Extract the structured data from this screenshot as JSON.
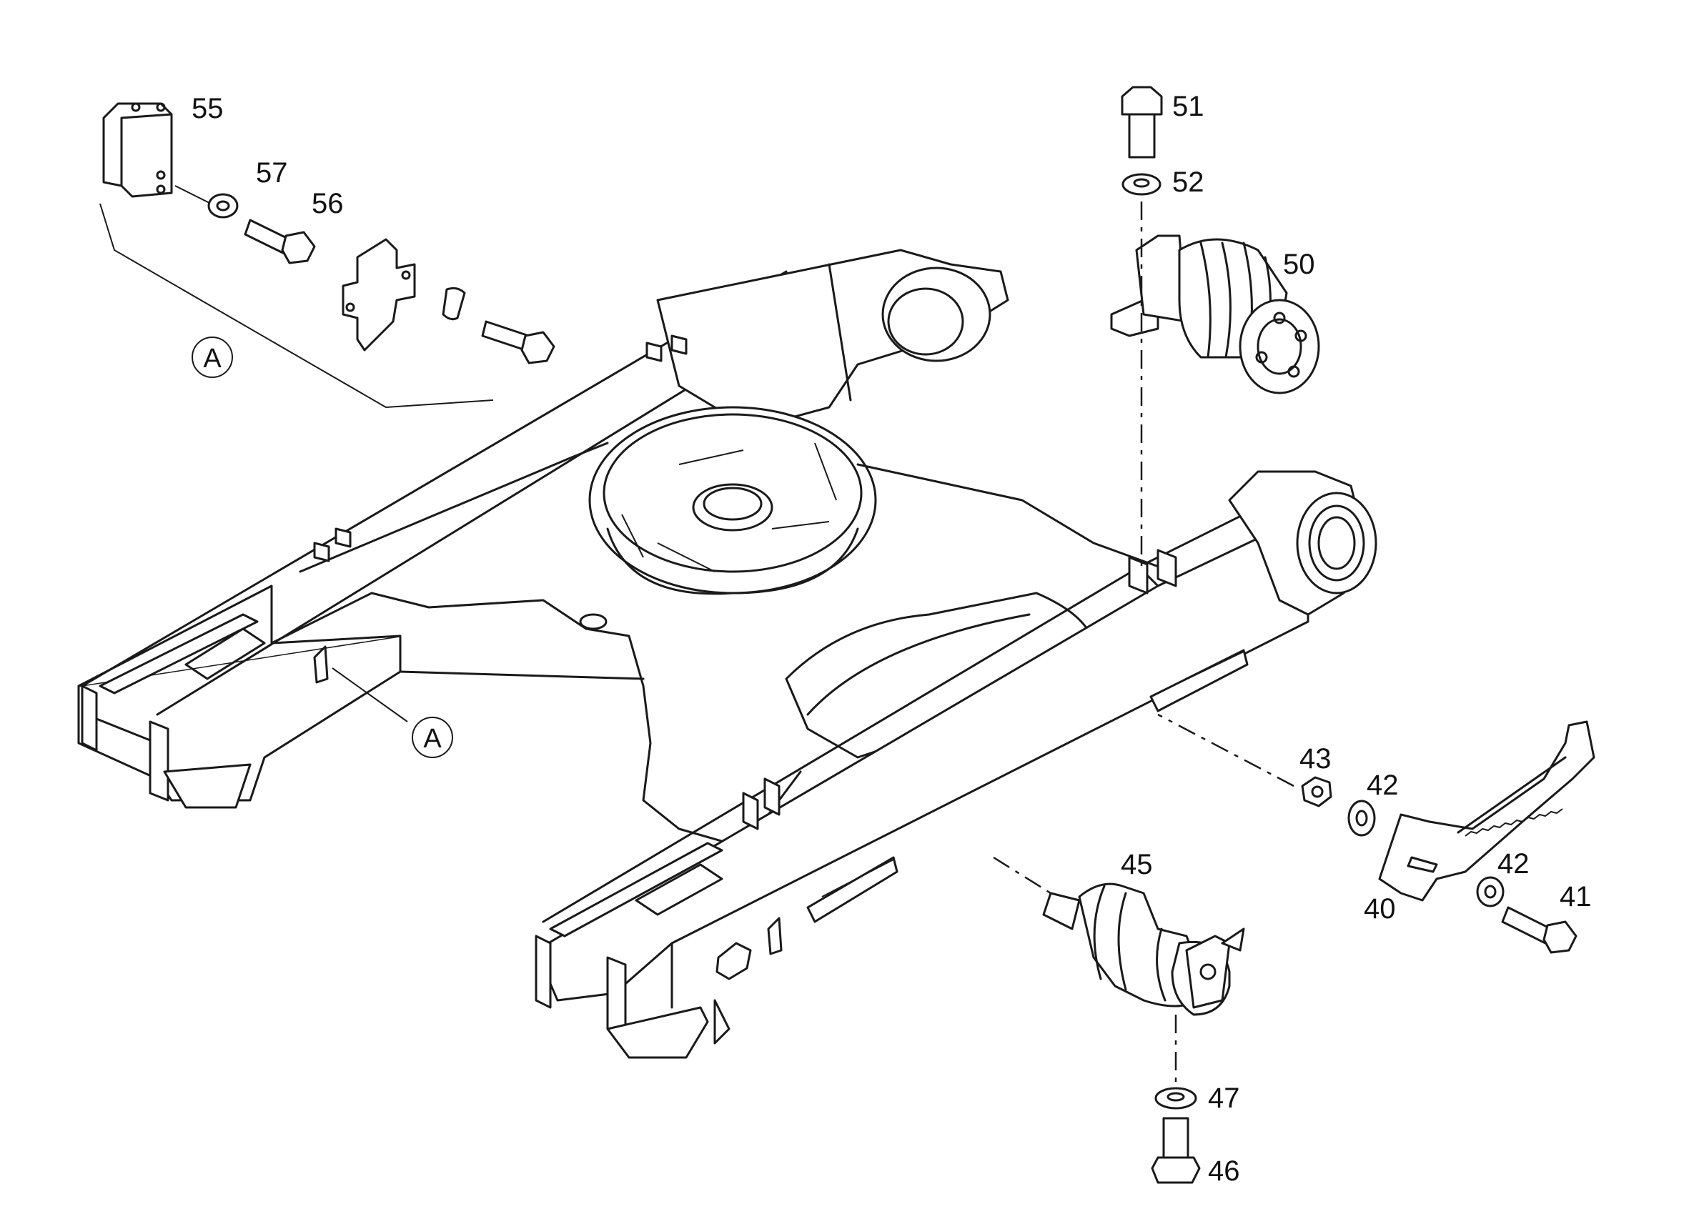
{
  "diagram": {
    "type": "exploded-parts-diagram",
    "callouts": [
      "55",
      "57",
      "56",
      "51",
      "52",
      "50",
      "43",
      "42",
      "42",
      "40",
      "41",
      "45",
      "47",
      "46"
    ],
    "detail_reference": "A",
    "detail_reference_2": "A"
  }
}
